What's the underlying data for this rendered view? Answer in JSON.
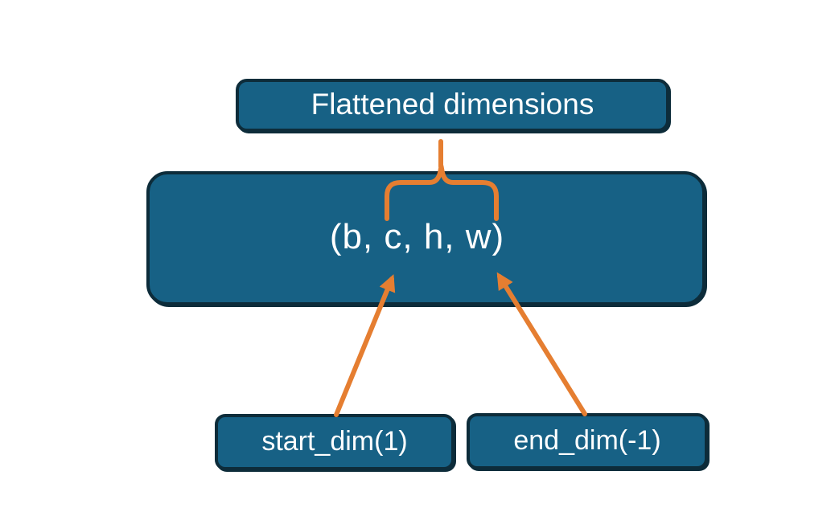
{
  "diagram": {
    "top_box": {
      "label": "Flattened dimensions"
    },
    "main_box": {
      "label": "(b, c, h, w)"
    },
    "bottom_left_box": {
      "label": "start_dim(1)"
    },
    "bottom_right_box": {
      "label": "end_dim(-1)"
    },
    "colors": {
      "box_fill": "#176185",
      "box_border": "#0d2c3a",
      "connector_orange": "#e57e31",
      "text_color": "#ffffff",
      "background": "#ffffff"
    }
  }
}
